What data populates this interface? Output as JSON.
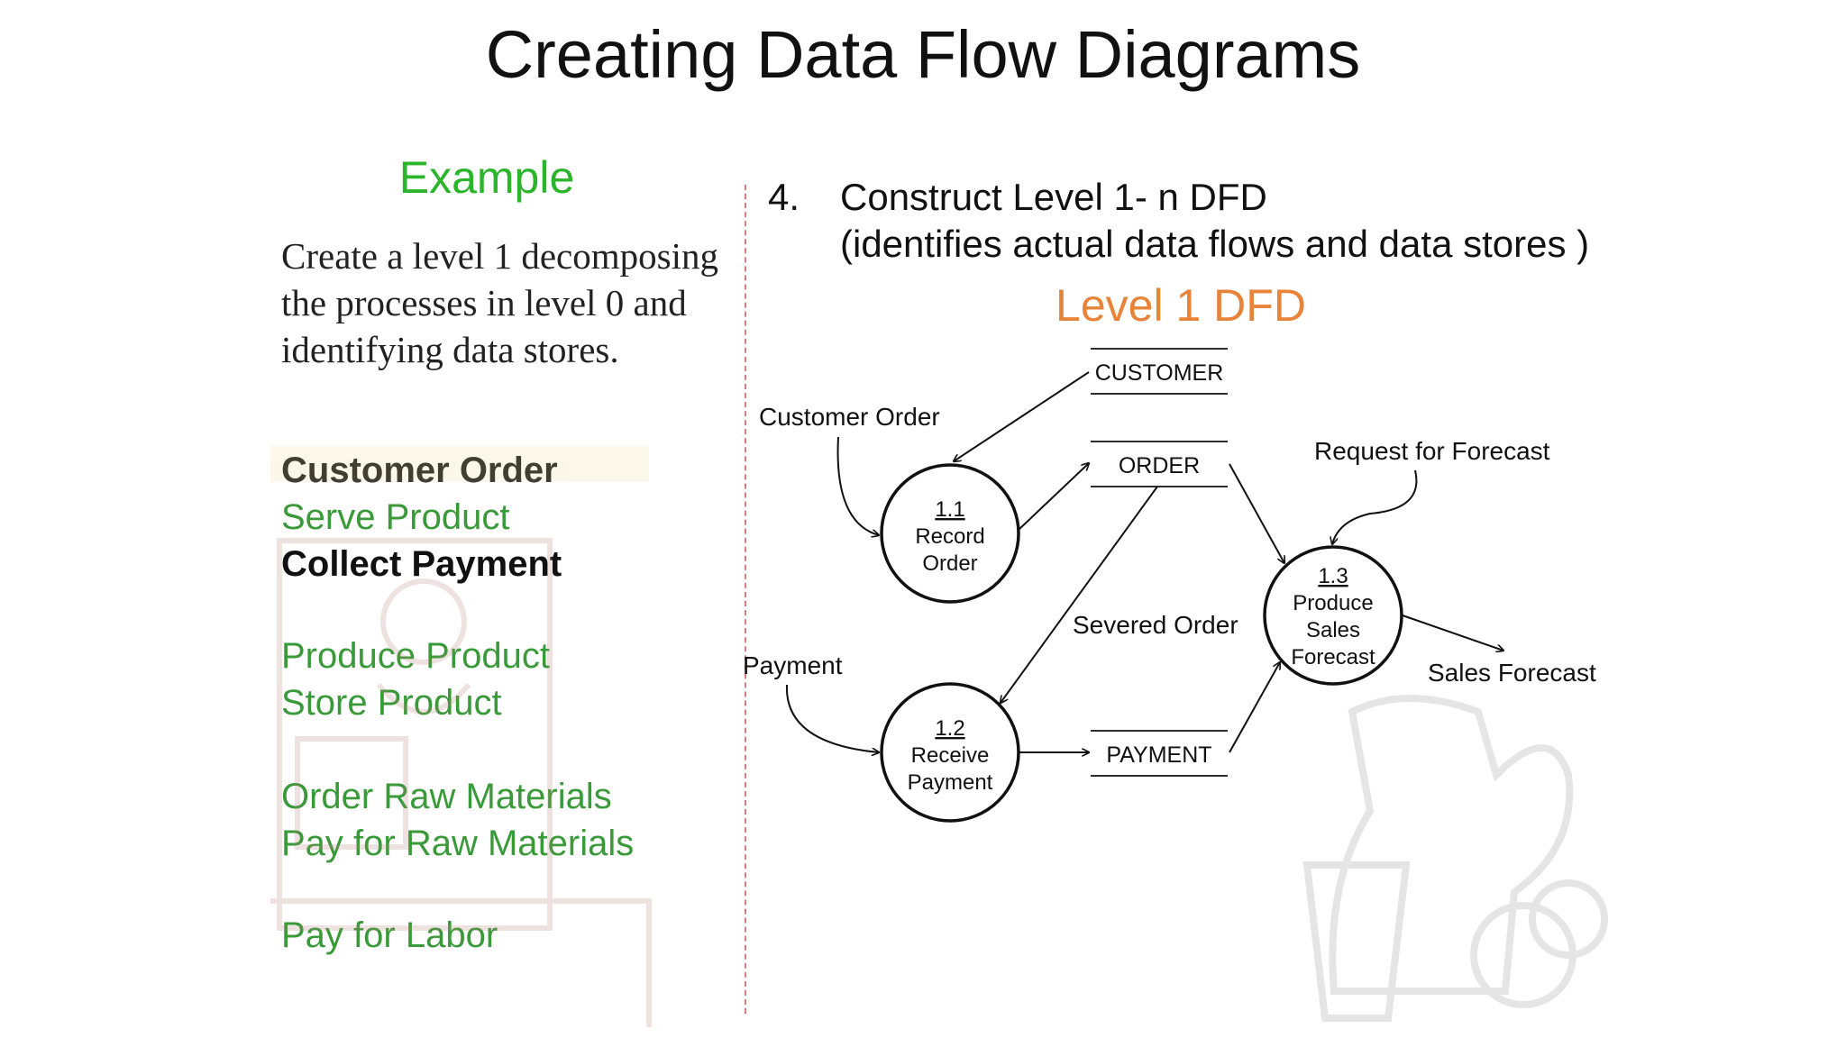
{
  "title": "Creating Data Flow Diagrams",
  "left_panel": {
    "heading": "Example",
    "intro": "Create a level 1 decomposing the processes in level 0 and identifying data stores.",
    "processes": [
      {
        "label": "Customer Order",
        "emphasis": "bold"
      },
      {
        "label": "Serve Product",
        "emphasis": "green"
      },
      {
        "label": "Collect Payment",
        "emphasis": "bold"
      },
      {
        "label": "Produce Product",
        "emphasis": "green"
      },
      {
        "label": "Store Product",
        "emphasis": "green"
      },
      {
        "label": "Order Raw Materials",
        "emphasis": "green"
      },
      {
        "label": "Pay for Raw Materials",
        "emphasis": "green"
      },
      {
        "label": "Pay for Labor",
        "emphasis": "green"
      }
    ]
  },
  "right_panel": {
    "step_number": "4.",
    "step_title": "Construct Level 1- n DFD",
    "step_subtitle": "(identifies actual data flows and data stores )",
    "diagram_heading": "Level 1 DFD"
  },
  "diagram": {
    "processes": [
      {
        "id": "1.1",
        "lines": [
          "Record",
          "Order"
        ]
      },
      {
        "id": "1.2",
        "lines": [
          "Receive",
          "Payment"
        ]
      },
      {
        "id": "1.3",
        "lines": [
          "Produce",
          "Sales",
          "Forecast"
        ]
      }
    ],
    "data_stores": [
      "CUSTOMER",
      "ORDER",
      "PAYMENT"
    ],
    "flows": [
      "Customer Order",
      "Payment",
      "Severed Order",
      "Request for Forecast",
      "Sales Forecast"
    ]
  },
  "colors": {
    "example_heading": "#2bb52b",
    "process_green": "#3a9a3a",
    "level_heading": "#e8833a",
    "divider": "#d08080"
  }
}
